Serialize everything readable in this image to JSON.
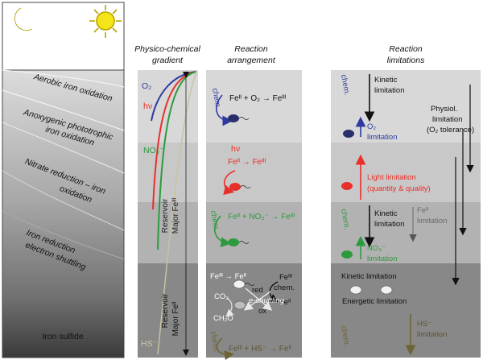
{
  "left_panel": {
    "zones": [
      "Aerobic iron oxidation",
      "Anoxygenic phototrophic",
      "iron oxidation",
      "Nitrate reduction – iron",
      "oxidation",
      "Iron reduction",
      "electron shuttling",
      "Iron sulfide"
    ],
    "icons": [
      "moon-icon",
      "sun-icon"
    ],
    "colors": {
      "moon": "#e3dc22",
      "sun": "#f4e51a",
      "sun_outline": "#b9a400"
    }
  },
  "gradient_panel": {
    "title_line1": "Physico-chemical",
    "title_line2": "gradient",
    "o2": "O₂",
    "hv": "hν",
    "no3": "NO₃⁻",
    "hs": "HS⁻",
    "major_fe3": "Major Feᴵᴵᴵ",
    "major_fe2": "Major Feᴵᴵ",
    "reservoir": "Reservoir",
    "colors": {
      "o2": "#2e3aa0",
      "hv": "#e8302a",
      "no3": "#2e9a3e",
      "hs": "#7a6a2e"
    }
  },
  "reaction_panel": {
    "title_line1": "Reaction",
    "title_line2": "arrangement",
    "chem": "chem.",
    "r1": "Feᴵᴵ + O₂ → Feᴵᴵᴵ",
    "hv": "hν",
    "r2": "Feᴵᴵ → Feᴵᴵᴵ",
    "r3": "Feᴵᴵ + NO₃⁻ → Feᴵᴵᴵ",
    "fe3_to_fe2": "Feᴵᴵᴵ → Feᴵᴵ",
    "fe3": "Feᴵᴵᴵ",
    "chem2": "chem.",
    "fe2": "Feᴵᴵ",
    "red": "red",
    "ox": "ox",
    "eshuttle": "e-shuttling",
    "co2": "CO₂",
    "ch2o": "CH₂O",
    "r4": "Feᴵᴵᴵ + HS⁻ → Feᴵᴵ"
  },
  "limitations_panel": {
    "title_line1": "Reaction",
    "title_line2": "limitations",
    "chem": "chem.",
    "kinetic1": "Kinetic",
    "limitation": "limitation",
    "physiol1": "Physiol.",
    "physiol2": "limitation",
    "physiol3": "(O₂ tolerance)",
    "o2": "O₂",
    "o2_lim": "limitation",
    "light1": "Light limitation",
    "light2": "(quantity & quality)",
    "kinetic2": "Kinetic",
    "kinetic2b": "limitation",
    "fe2": "Feᴵᴵ",
    "fe2_lim": "limitation",
    "no3": "NO₃⁻",
    "no3_lim": "limitation",
    "kinetic3": "Kinetic limitation",
    "energetic": "Energetic limitation",
    "hs": "HS⁻",
    "hs_lim": "limitation"
  }
}
